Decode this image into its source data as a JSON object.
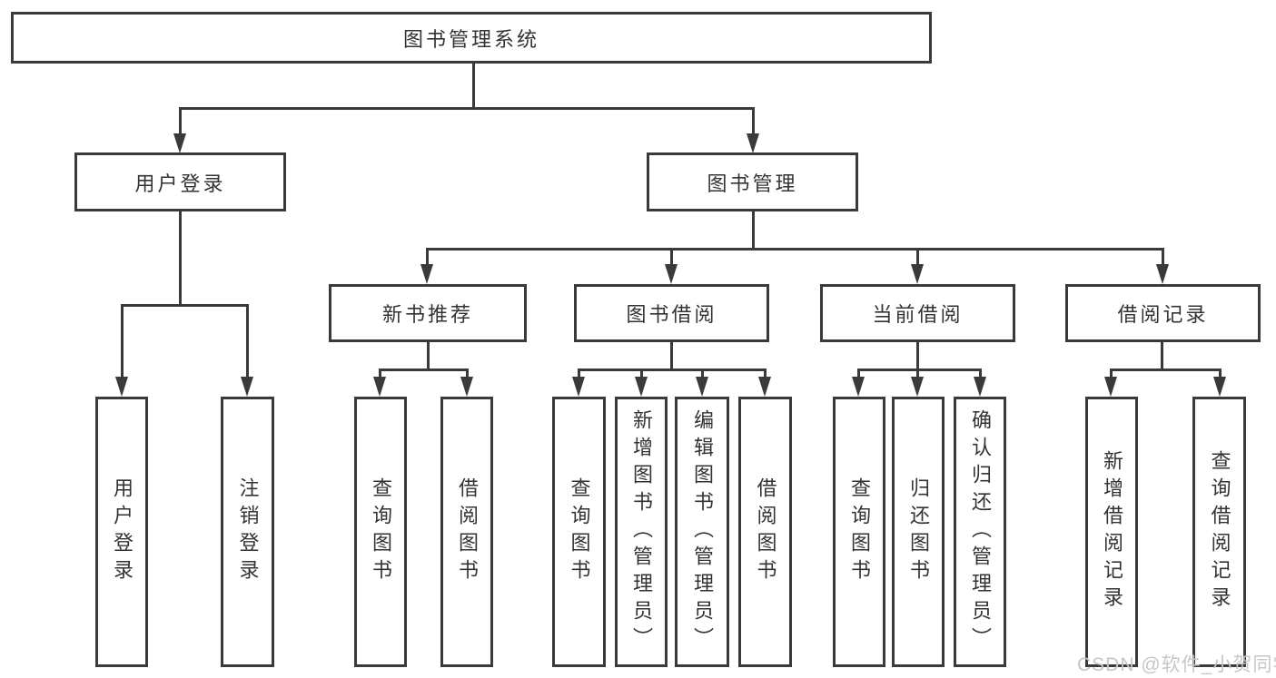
{
  "tree": {
    "root": {
      "label": "图书管理系统"
    },
    "branches": [
      {
        "label": "用户登录",
        "children": [
          {
            "label": "用户登录"
          },
          {
            "label": "注销登录"
          }
        ]
      },
      {
        "label": "图书管理",
        "children": [
          {
            "label": "新书推荐",
            "children": [
              {
                "label": "查询图书"
              },
              {
                "label": "借阅图书"
              }
            ]
          },
          {
            "label": "图书借阅",
            "children": [
              {
                "label": "查询图书"
              },
              {
                "label": "新增图书（管理员）"
              },
              {
                "label": "编辑图书（管理员）"
              },
              {
                "label": "借阅图书"
              }
            ]
          },
          {
            "label": "当前借阅",
            "children": [
              {
                "label": "查询图书"
              },
              {
                "label": "归还图书"
              },
              {
                "label": "确认归还（管理员）"
              }
            ]
          },
          {
            "label": "借阅记录",
            "children": [
              {
                "label": "新增借阅记录"
              },
              {
                "label": "查询借阅记录"
              }
            ]
          }
        ]
      }
    ]
  },
  "watermark": {
    "text": "CSDN @软件_小贺同学"
  },
  "colors": {
    "line": "#3a3a3a",
    "text": "#333333",
    "watermark": "#c6c6c6",
    "background": "#ffffff"
  }
}
